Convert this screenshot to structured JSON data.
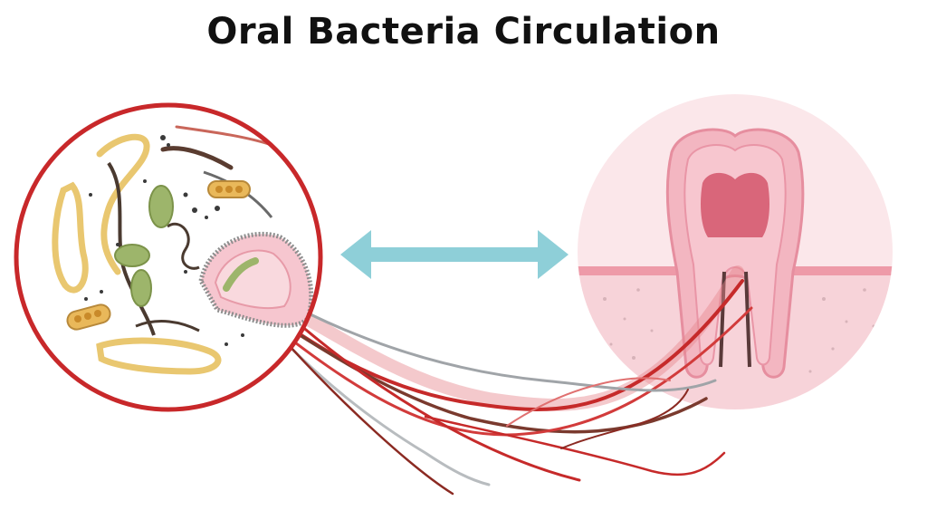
{
  "title": "Oral Bacteria Circulation",
  "illustration": {
    "left_panel": "magnified oral bacteria and gum tissue",
    "right_panel": "tooth cross-section in gum",
    "connector": "double-headed arrow",
    "vessels": "blood vessels linking both panels"
  },
  "colors": {
    "circle_border": "#c8282a",
    "arrow": "#8ecfd8",
    "gum_pink": "#f6c6cf",
    "tooth_pulp": "#d9667a",
    "vessel_red": "#c62a2a",
    "bacteria_yellow": "#e9c770",
    "bacteria_green": "#9db56b"
  }
}
